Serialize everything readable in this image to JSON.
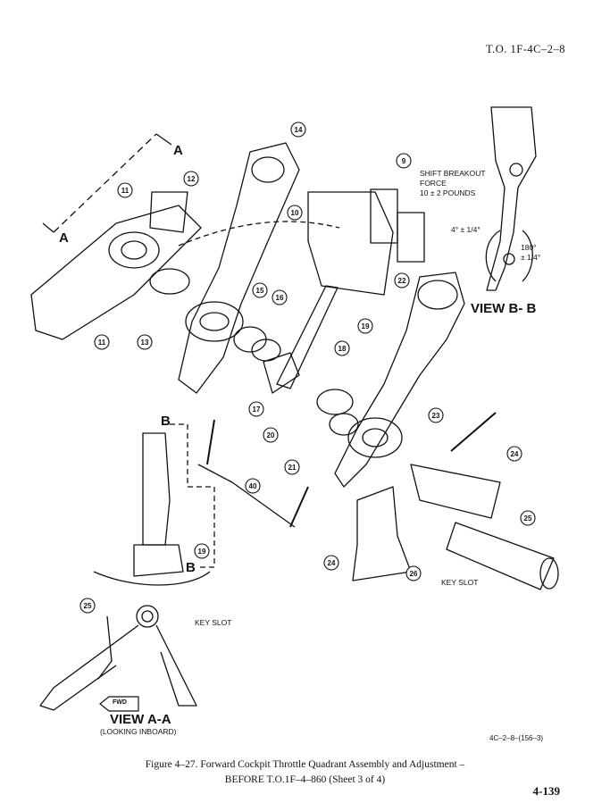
{
  "header": {
    "doc_number": "T.O. 1F-4C–2–8"
  },
  "labels": {
    "shift_breakout_1": "SHIFT BREAKOUT",
    "shift_breakout_2": "FORCE",
    "shift_breakout_3": "10 ± 2 POUNDS",
    "angle_small": "4° ± 1/4°",
    "angle_180_a": "180°",
    "angle_180_b": "± 1/4°",
    "view_b": "VIEW B- B",
    "view_a": "VIEW A-A",
    "view_a_sub": "(LOOKING INBOARD)",
    "key_slot_left": "KEY SLOT",
    "key_slot_right": "KEY SLOT",
    "fwd": "FWD",
    "section_a_top": "A",
    "section_a_left": "A",
    "section_b_top": "B",
    "section_b_bottom": "B"
  },
  "callouts": [
    "14",
    "12",
    "11",
    "9",
    "10",
    "22",
    "15",
    "16",
    "19",
    "18",
    "13",
    "11",
    "17",
    "20",
    "23",
    "24",
    "21",
    "40",
    "25",
    "26",
    "24",
    "19",
    "25"
  ],
  "drawing_ref": "4C–2–8–(156–3)",
  "caption": {
    "line1": "Figure 4–27. Forward Cockpit Throttle Quadrant Assembly and Adjustment –",
    "line2": "BEFORE T.O.1F–4–860 (Sheet 3 of 4)"
  },
  "page_number": "4-139"
}
